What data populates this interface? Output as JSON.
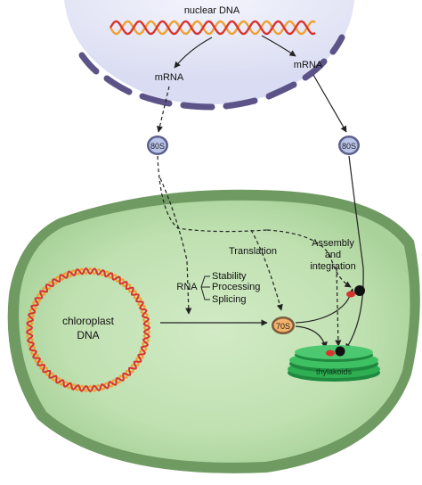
{
  "labels": {
    "nuclear_dna": "nuclear DNA",
    "mrna_left": "mRNA",
    "mrna_right": "mRNA",
    "ribosome_80s_left": "80S",
    "ribosome_80s_right": "80S",
    "translation": "Translation",
    "assembly_line1": "Assembly",
    "assembly_line2": "and",
    "assembly_line3": "integration",
    "rna": "RNA",
    "stability": "Stability",
    "processing": "Processing",
    "splicing": "Splicing",
    "chloroplast_line1": "chloroplast",
    "chloroplast_line2": "DNA",
    "ribosome_70s": "70S",
    "thylakoids": "thylakoids"
  },
  "colors": {
    "nucleus_fill": "#e2e4f6",
    "envelope_segment": "#5c5488",
    "chloroplast_outer": "#6f9a62",
    "chloroplast_inner": "#c3e2b5",
    "helix_orange": "#f0a032",
    "helix_red": "#d8342e",
    "ribosome_blue": "#b8c3e8",
    "ribosome_orange": "#f5b26a",
    "thylakoid": "#2fae52",
    "arrow": "#222222"
  }
}
